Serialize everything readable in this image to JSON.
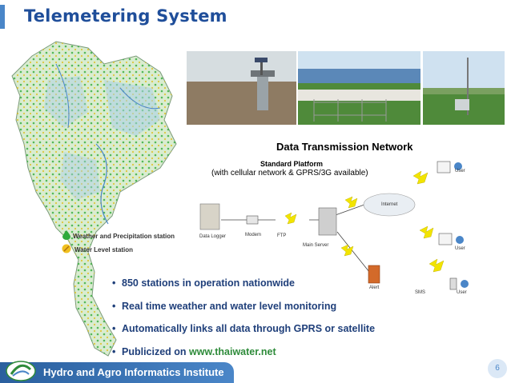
{
  "title": "Telemetering System",
  "legend": {
    "weather": "Weather and Precipitation station",
    "water": "Water Level station"
  },
  "network": {
    "title": "Data Transmission Network",
    "platform": "Standard Platform",
    "platform_note": "(with cellular network & GPRS/3G available)",
    "labels": {
      "data_logger": "Data Logger",
      "modem": "Modem",
      "ftp": "FTP",
      "main_server": "Main Server",
      "internet": "Internet",
      "alert": "Alert",
      "sms": "SMS",
      "user1": "User",
      "user2": "User",
      "user3": "User"
    }
  },
  "bullets": [
    "850 stations in operation nationwide",
    "Real time weather and  water level monitoring",
    "Automatically links all data  through GPRS or satellite"
  ],
  "publicized": {
    "prefix": "Publicized on ",
    "link": "www.thaiwater.net"
  },
  "footer": {
    "org": "Hydro and Agro Informatics Institute",
    "page": "6"
  },
  "colors": {
    "title": "#1f4e9a",
    "accent": "#4a86c8",
    "bullet_text": "#1f3f7a",
    "link": "#2e8b3a"
  }
}
